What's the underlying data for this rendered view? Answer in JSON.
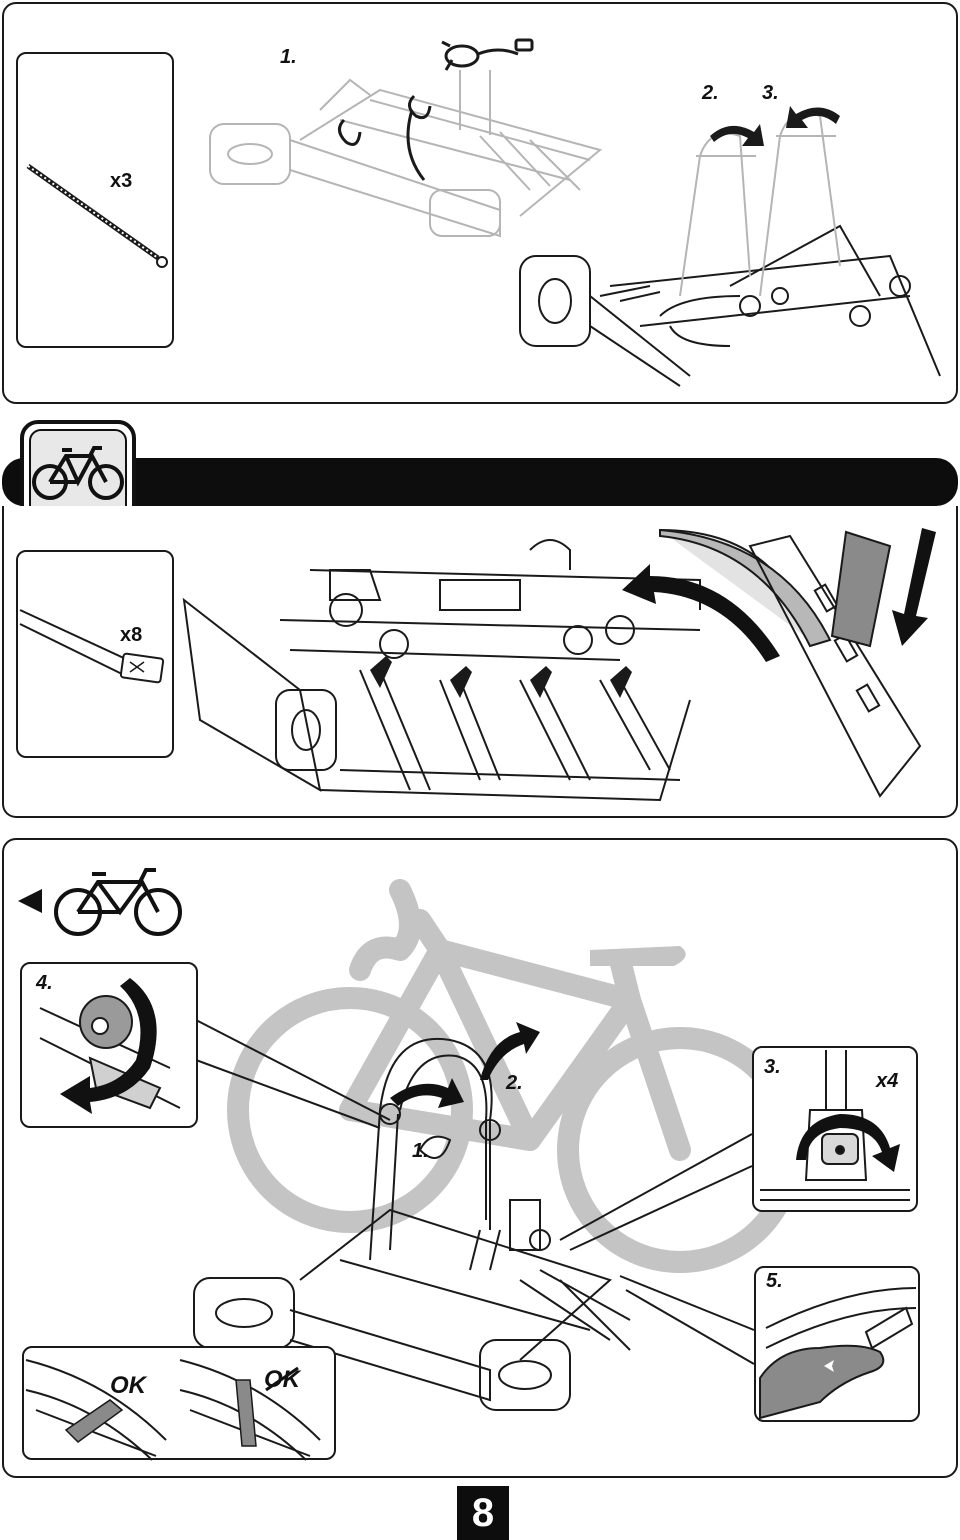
{
  "page": {
    "number": "8"
  },
  "panel_top": {
    "tie_qty": "x3",
    "step_1": "1.",
    "step_2": "2.",
    "step_3": "3."
  },
  "panel_mid": {
    "strap_qty": "x8",
    "icon": "bicycle-icon"
  },
  "panel_bottom": {
    "step_1": "1.",
    "step_2": "2.",
    "step_3": "3.",
    "step_3_qty": "x4",
    "step_4": "4.",
    "step_5": "5.",
    "ok_label": "OK",
    "not_ok_label": "OK",
    "direction_icon": "arrow-left-icon"
  },
  "colors": {
    "line": "#1a1a1a",
    "ghost_bike": "#c4c4c4",
    "band": "#0d0d0d"
  }
}
